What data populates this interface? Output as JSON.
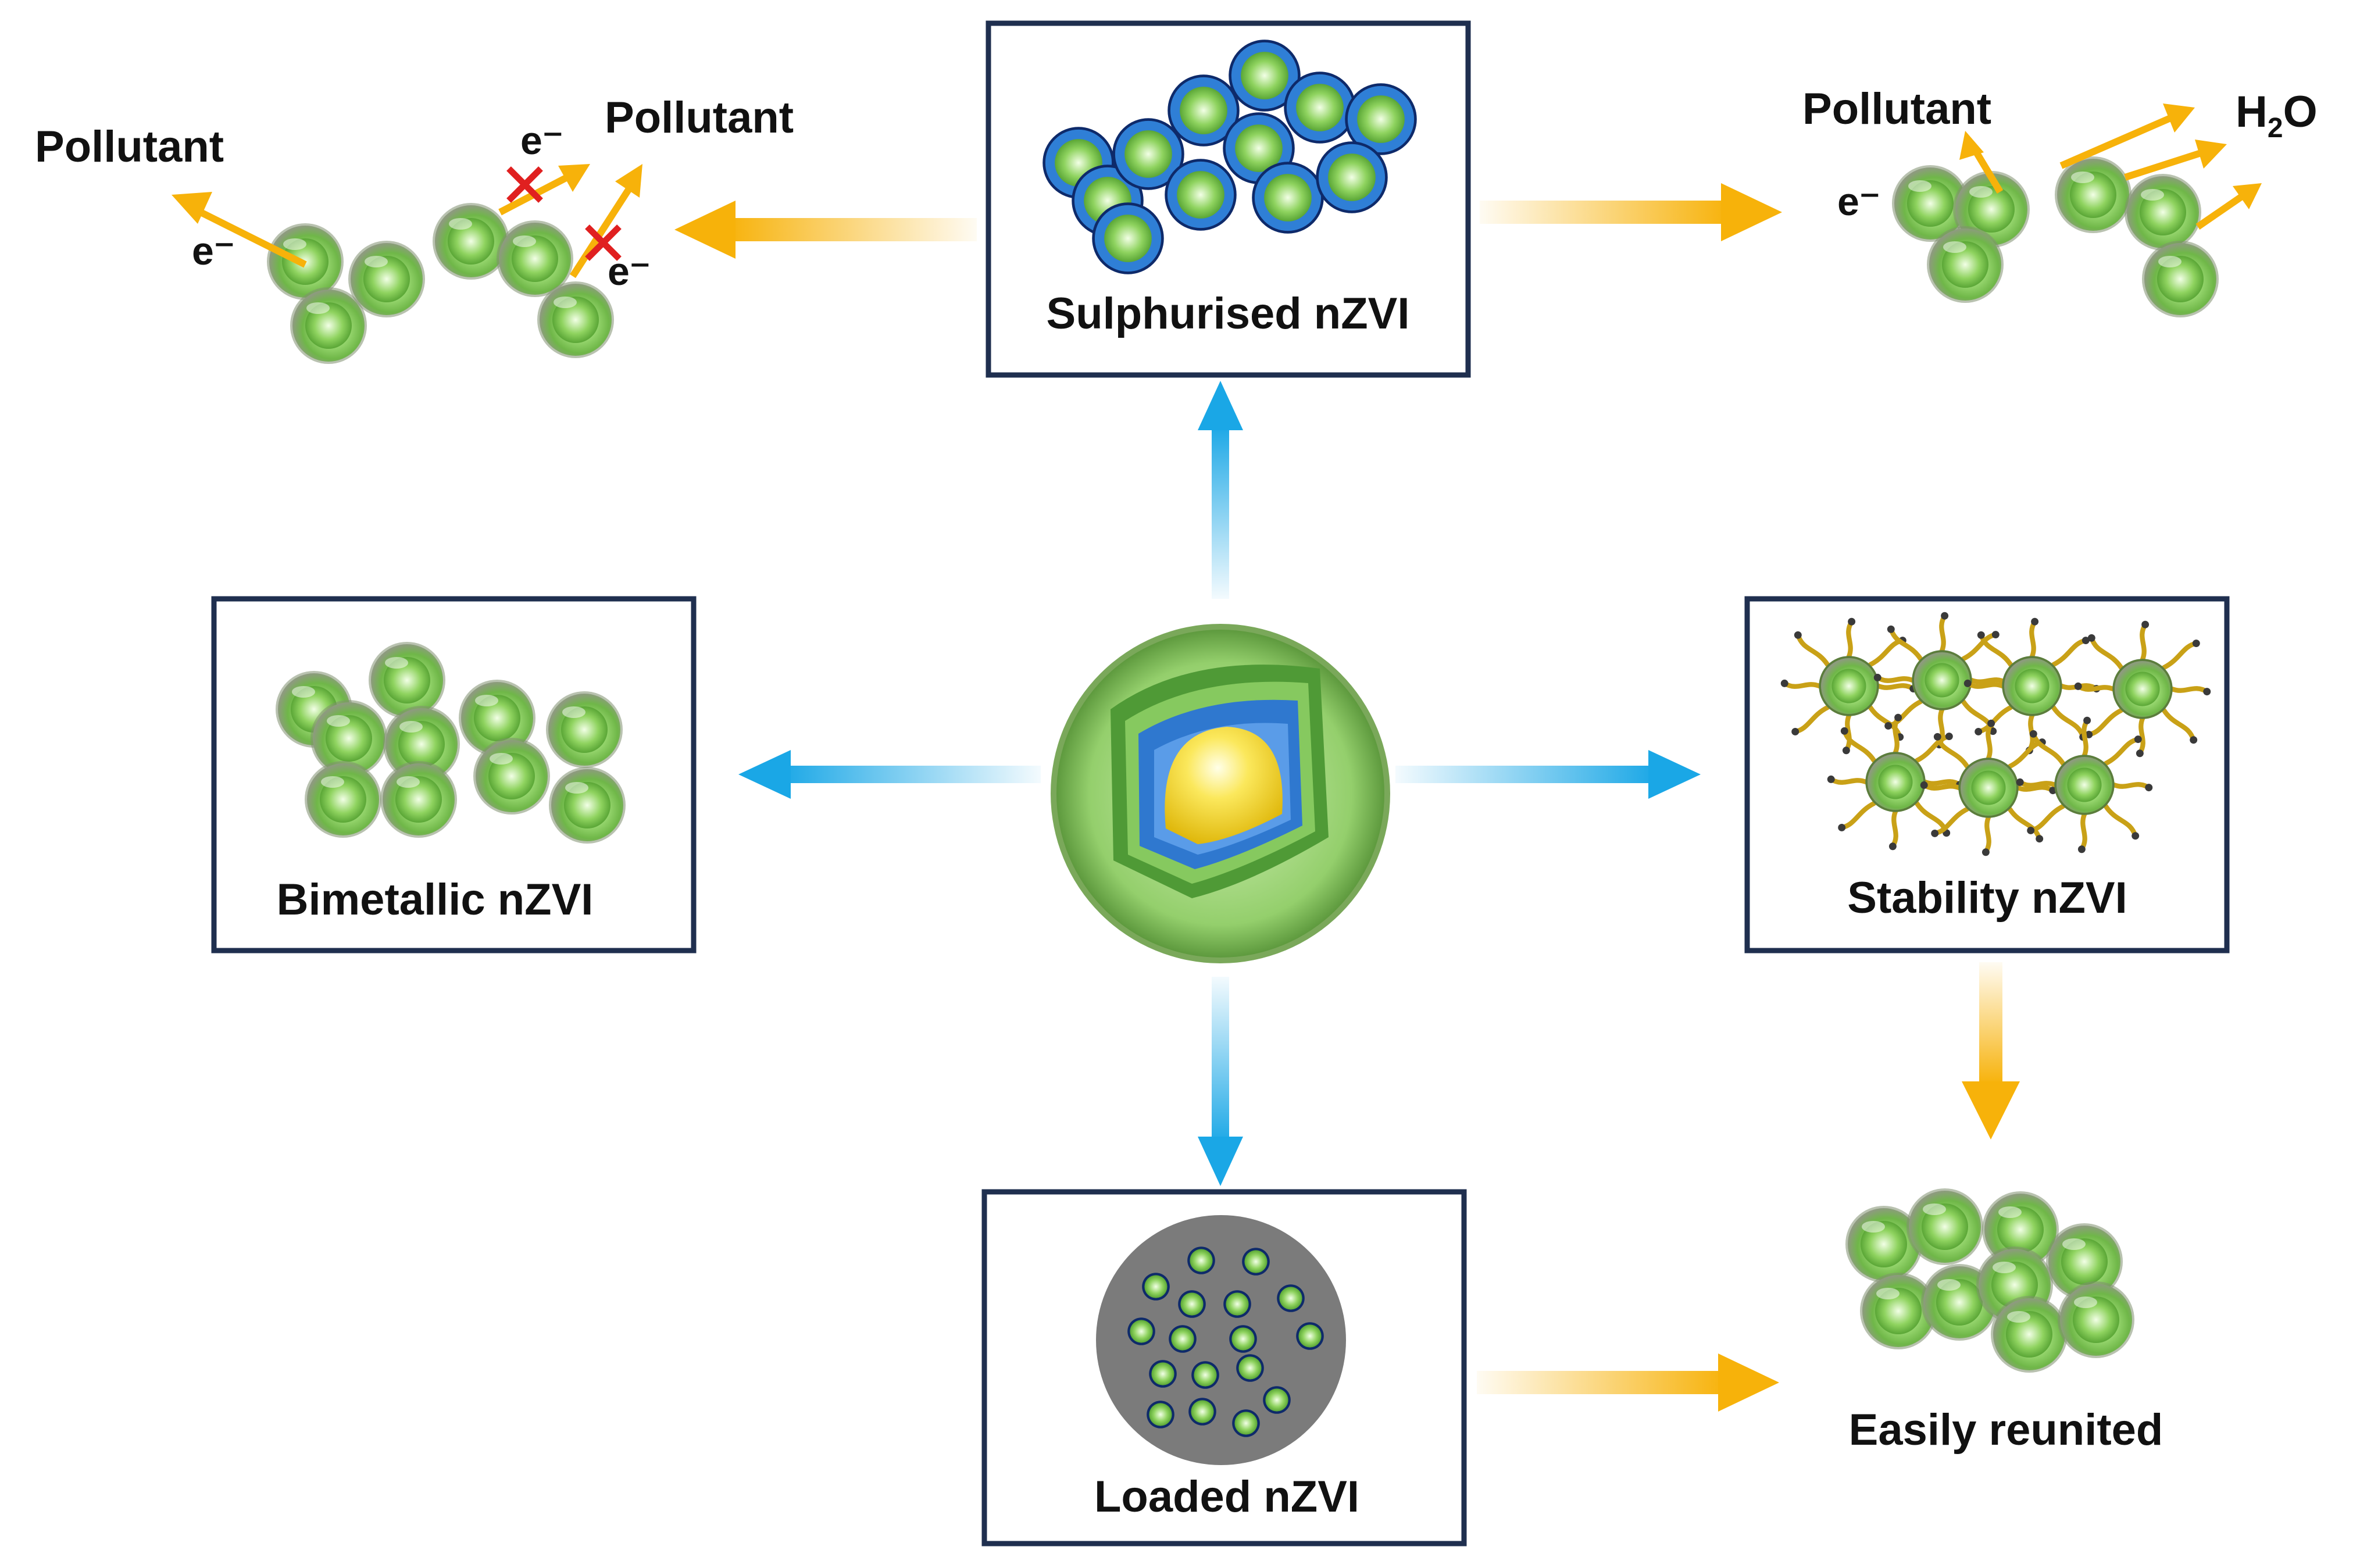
{
  "boxes": {
    "sulphurised": "Sulphurised nZVI",
    "bimetallic": "Bimetallic nZVI",
    "stability": "Stability nZVI",
    "loaded": "Loaded nZVI"
  },
  "top_left": {
    "pollutant_a": "Pollutant",
    "pollutant_b": "Pollutant",
    "electron": "e⁻"
  },
  "top_right": {
    "pollutant": "Pollutant",
    "electron": "e⁻",
    "water_h": "H",
    "water_sub": "2",
    "water_o": "O"
  },
  "easily_reunited": "Easily reunited",
  "colors": {
    "box_border": "#1f2f4f",
    "arrow_blue": "#1aa7e6",
    "arrow_orange": "#f7b20a",
    "particle_green": "#6fc246",
    "shell_blue": "#2f7fd6",
    "core_yellow": "#f3d21b",
    "cross_red": "#e02020",
    "loaded_bg": "#7b7b7b"
  }
}
